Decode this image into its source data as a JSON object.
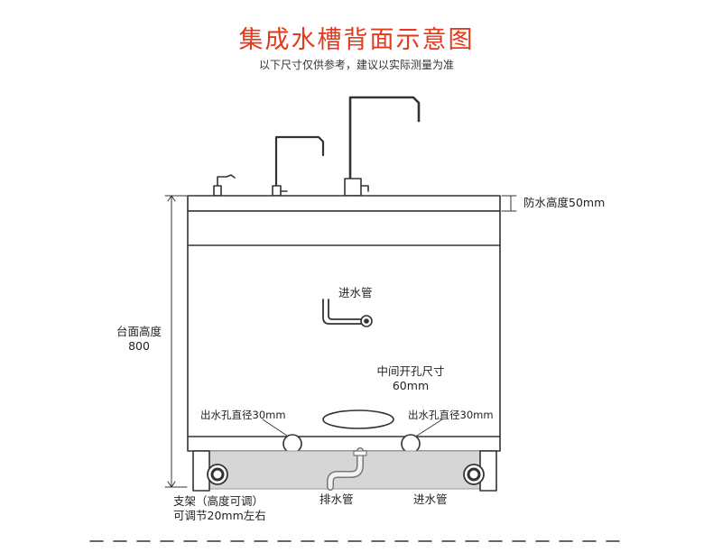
{
  "title": "集成水槽背面示意图",
  "subtitle": "以下尺寸仅供参考，建议以实际测量为准",
  "labels": {
    "splash_height": "防水高度50mm",
    "counter_height": "台面高度",
    "counter_height_value": "800",
    "inlet_pipe_top": "进水管",
    "center_hole": "中间开孔尺寸",
    "center_hole_size": "60mm",
    "drain_hole_left": "出水孔直径30mm",
    "drain_hole_right": "出水孔直径30mm",
    "stand_line1": "支架（高度可调）",
    "stand_line2": "可调节20mm左右",
    "drain_pipe": "排水管",
    "inlet_pipe_bottom": "进水管"
  },
  "colors": {
    "title": "#e5391e",
    "line": "#333333",
    "base": "#d6d6d6"
  }
}
